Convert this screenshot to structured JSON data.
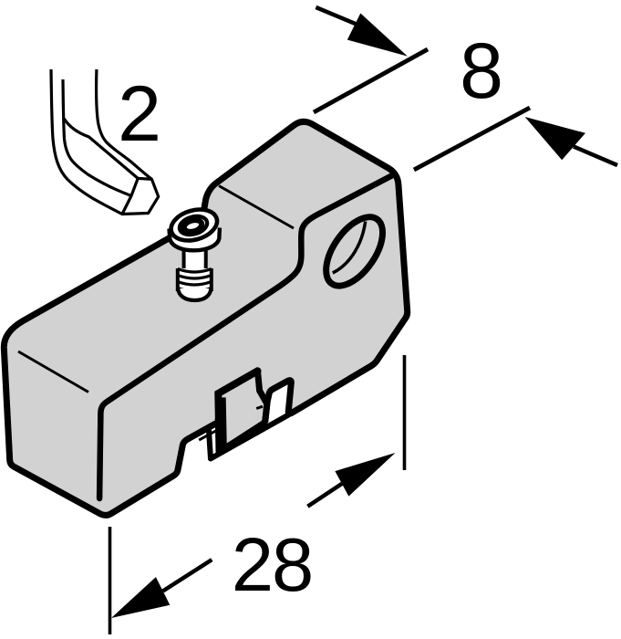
{
  "figure": {
    "type": "technical-dimension-drawing",
    "description": "Isometric line drawing of a mounting clamp block with set screw, hex key and dimensions",
    "labels": {
      "hex_key_size": "2",
      "depth_dimension": "8",
      "length_dimension": "28"
    },
    "colors": {
      "body_gray": "#d2d2d2",
      "line_black": "#000000",
      "background": "#ffffff",
      "tool_white": "#ffffff"
    }
  }
}
